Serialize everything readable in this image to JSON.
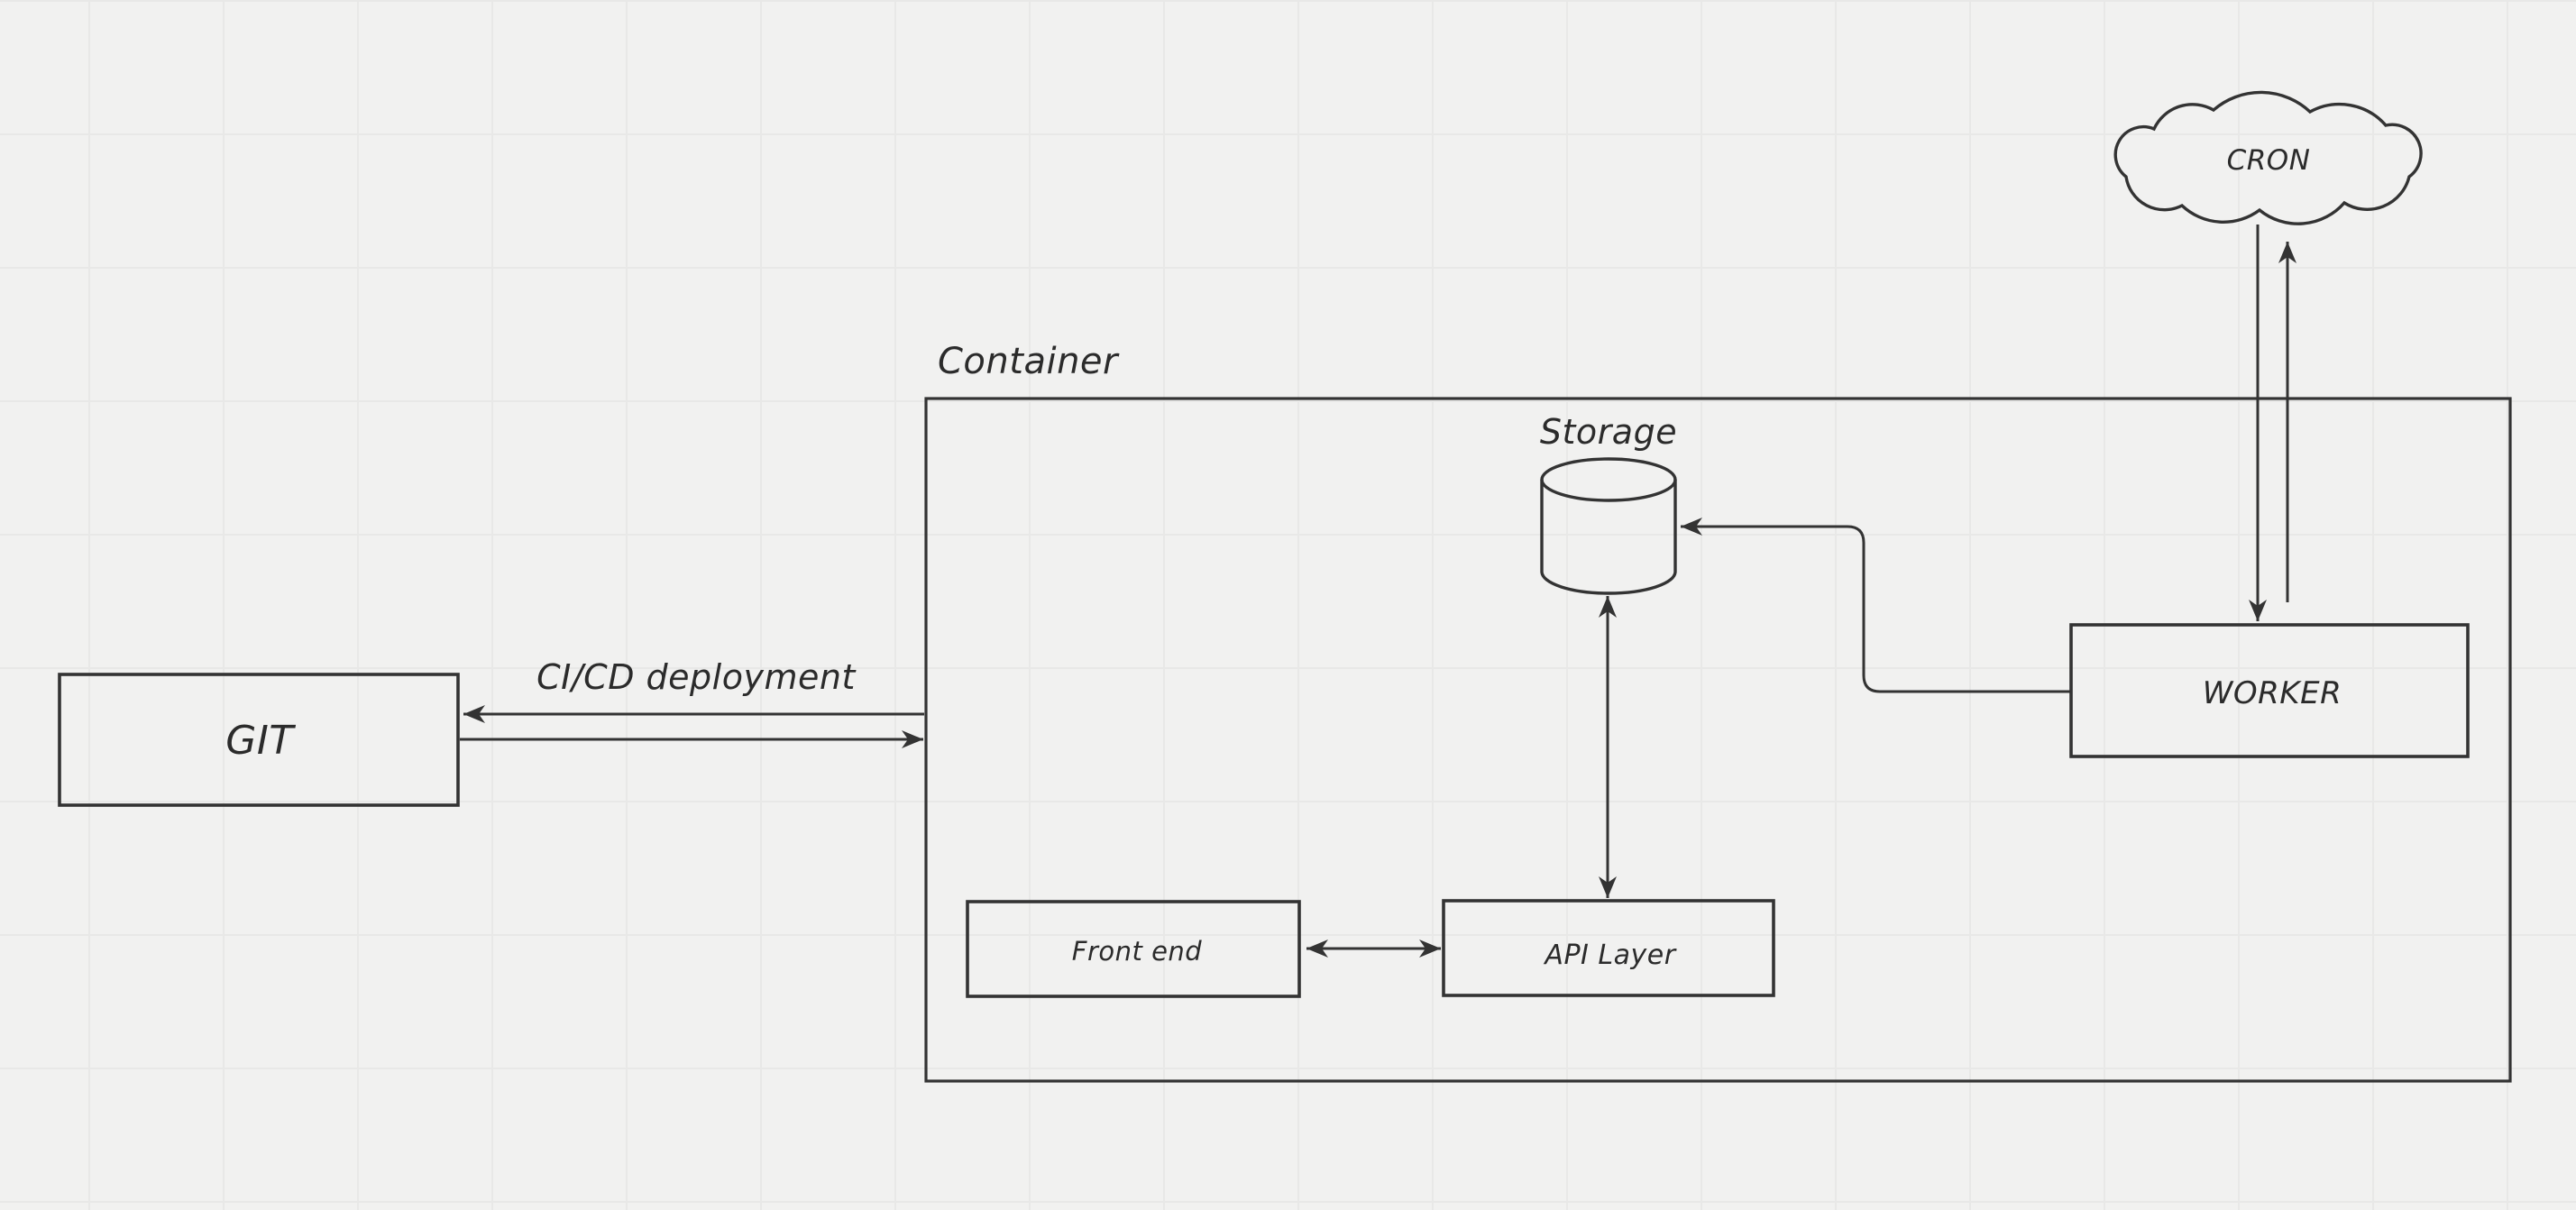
{
  "canvas": {
    "background_color": "#f1f1f0",
    "grid_color": "#e8e8e7",
    "stroke_color": "#333333",
    "text_color": "#2b2b2b"
  },
  "nodes": {
    "cron": {
      "label": "CRON",
      "shape": "cloud"
    },
    "container": {
      "label": "Container",
      "shape": "rectangle-frame"
    },
    "git": {
      "label": "GIT",
      "shape": "rectangle"
    },
    "storage": {
      "label": "Storage",
      "shape": "cylinder"
    },
    "worker": {
      "label": "WORKER",
      "shape": "rectangle"
    },
    "frontend": {
      "label": "Front end",
      "shape": "rectangle"
    },
    "api": {
      "label": "API Layer",
      "shape": "rectangle"
    }
  },
  "edges": {
    "cicd": {
      "label": "CI/CD deployment",
      "between": [
        "GIT",
        "Container"
      ],
      "style": "two one-way arrows"
    },
    "container_to_git": {
      "from": "Container",
      "to": "GIT"
    },
    "git_to_container": {
      "from": "GIT",
      "to": "Container"
    },
    "cron_to_worker": {
      "from": "CRON",
      "to": "WORKER"
    },
    "worker_to_cron": {
      "from": "WORKER",
      "to": "CRON"
    },
    "worker_to_storage": {
      "from": "WORKER",
      "to": "Storage",
      "style": "elbow"
    },
    "storage_api": {
      "between": [
        "Storage",
        "API Layer"
      ],
      "style": "bidirectional"
    },
    "frontend_api": {
      "between": [
        "Front end",
        "API Layer"
      ],
      "style": "bidirectional"
    }
  }
}
